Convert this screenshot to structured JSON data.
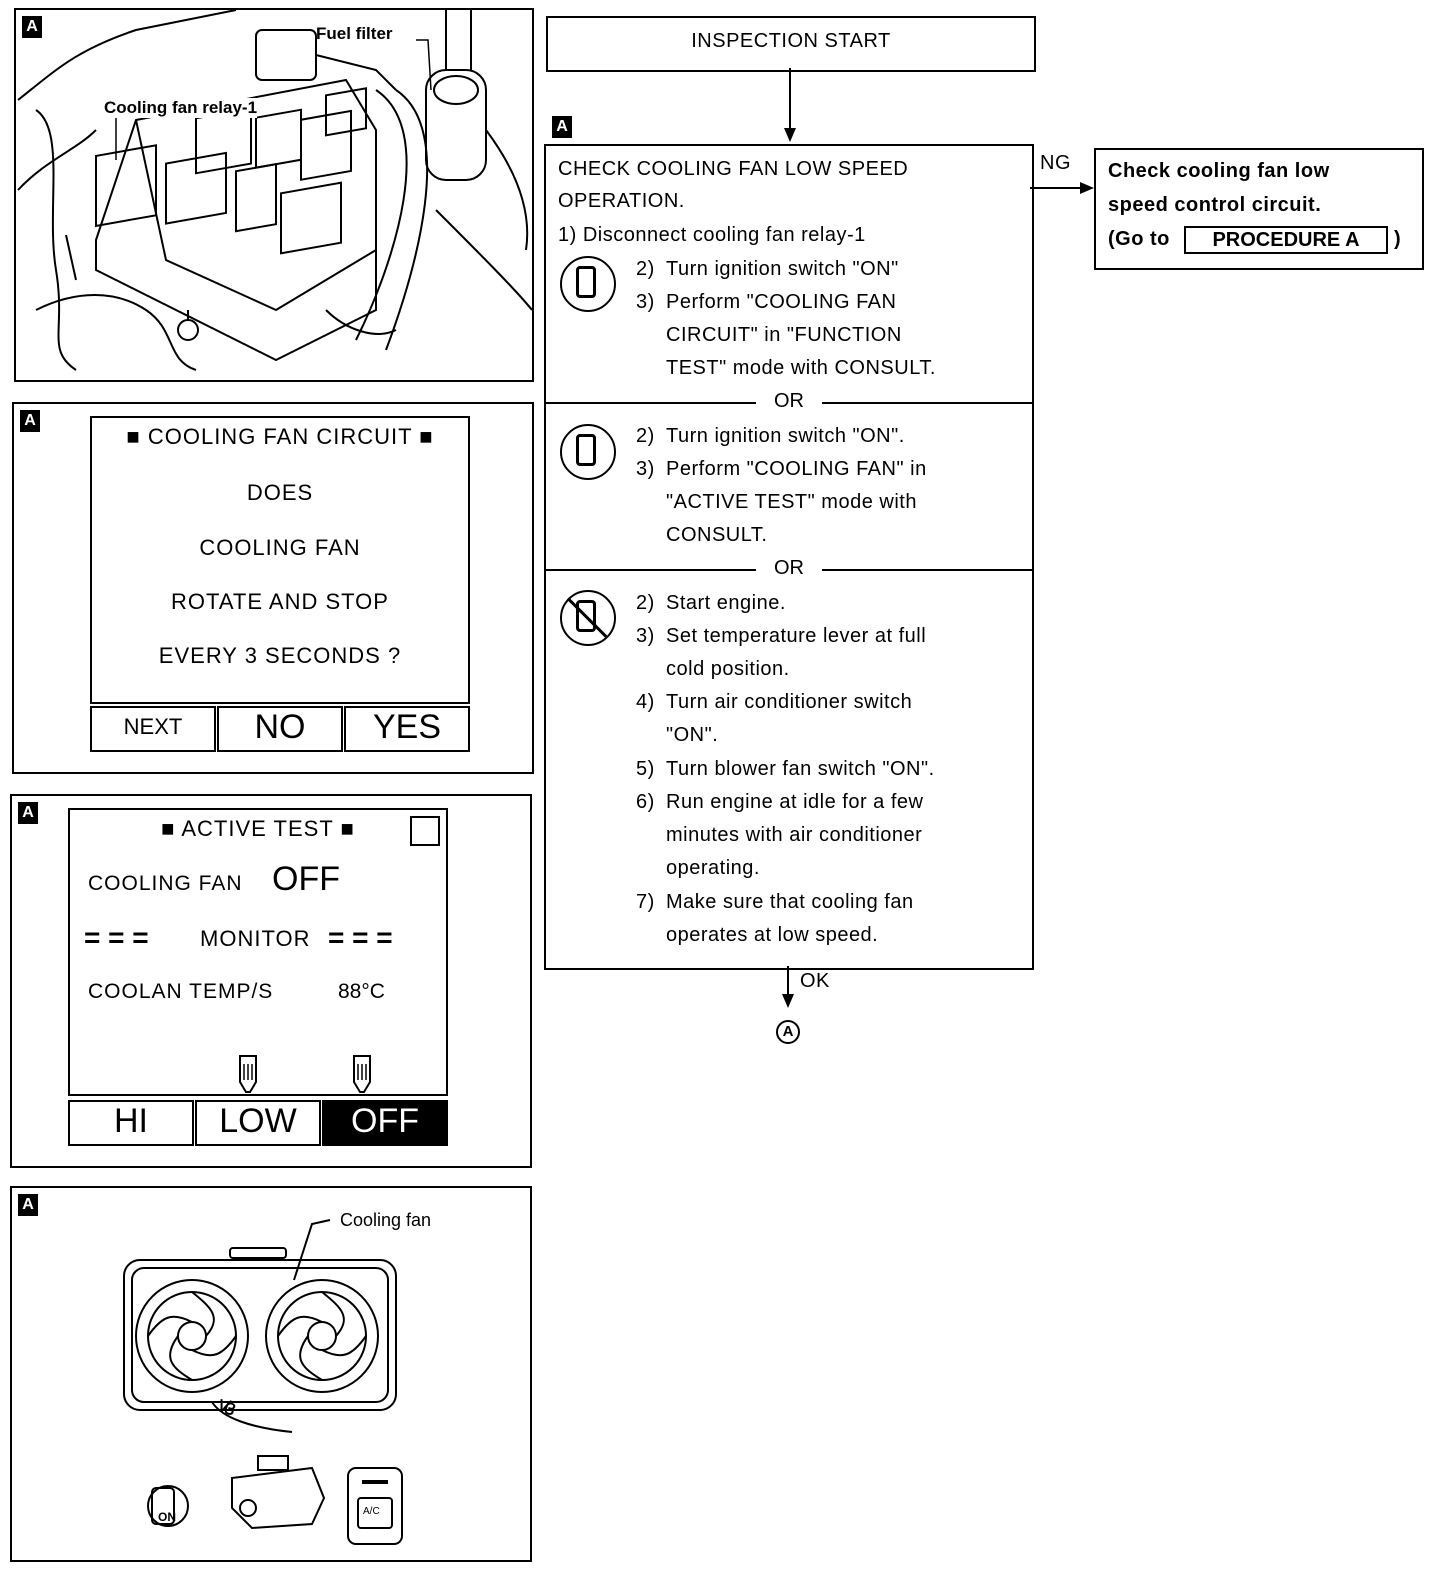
{
  "panel_tag": "A",
  "panel1": {
    "fuel_filter": "Fuel filter",
    "relay": "Cooling fan relay-1"
  },
  "panel2": {
    "title": "COOLING FAN CIRCUIT",
    "lines": [
      "DOES",
      "COOLING FAN",
      "ROTATE AND STOP",
      "EVERY 3 SECONDS ?"
    ],
    "buttons": [
      "NEXT",
      "NO",
      "YES"
    ]
  },
  "panel3": {
    "title": "ACTIVE TEST",
    "fan_label": "COOLING FAN",
    "fan_value": "OFF",
    "monitor": "MONITOR",
    "temp_label": "COOLAN TEMP/S",
    "temp_value": "88°C",
    "buttons": [
      "HI",
      "LOW",
      "OFF"
    ]
  },
  "panel4": {
    "fan_label": "Cooling fan",
    "key_label": "ON",
    "ac_label": "A/C"
  },
  "flow": {
    "start": "INSPECTION START",
    "check_title_1": "CHECK COOLING FAN LOW SPEED",
    "check_title_2": "OPERATION.",
    "step1": "1) Disconnect cooling fan relay-1",
    "sec1": [
      {
        "n": "2)",
        "t": "Turn ignition switch \"ON\""
      },
      {
        "n": "3)",
        "t": "Perform \"COOLING FAN"
      },
      {
        "n": "",
        "t": "CIRCUIT\" in \"FUNCTION"
      },
      {
        "n": "",
        "t": "TEST\" mode with CONSULT."
      }
    ],
    "or": "OR",
    "sec2": [
      {
        "n": "2)",
        "t": "Turn ignition switch \"ON\"."
      },
      {
        "n": "3)",
        "t": "Perform \"COOLING FAN\" in"
      },
      {
        "n": "",
        "t": "\"ACTIVE TEST\" mode with"
      },
      {
        "n": "",
        "t": "CONSULT."
      }
    ],
    "sec3": [
      {
        "n": "2)",
        "t": "Start engine."
      },
      {
        "n": "3)",
        "t": "Set temperature lever at full"
      },
      {
        "n": "",
        "t": "cold position."
      },
      {
        "n": "4)",
        "t": "Turn air conditioner switch"
      },
      {
        "n": "",
        "t": "\"ON\"."
      },
      {
        "n": "5)",
        "t": "Turn blower fan switch \"ON\"."
      },
      {
        "n": "6)",
        "t": "Run engine at idle for a few"
      },
      {
        "n": "",
        "t": "minutes with air conditioner"
      },
      {
        "n": "",
        "t": "operating."
      },
      {
        "n": "7)",
        "t": "Make sure that cooling fan"
      },
      {
        "n": "",
        "t": "operates at low speed."
      }
    ],
    "ng": "NG",
    "ok": "OK",
    "connector": "A",
    "ng_box_1": "Check cooling fan low",
    "ng_box_2": "speed control circuit.",
    "ng_box_3a": "(Go to",
    "ng_box_procedure": "PROCEDURE A",
    "ng_box_3b": ")"
  }
}
